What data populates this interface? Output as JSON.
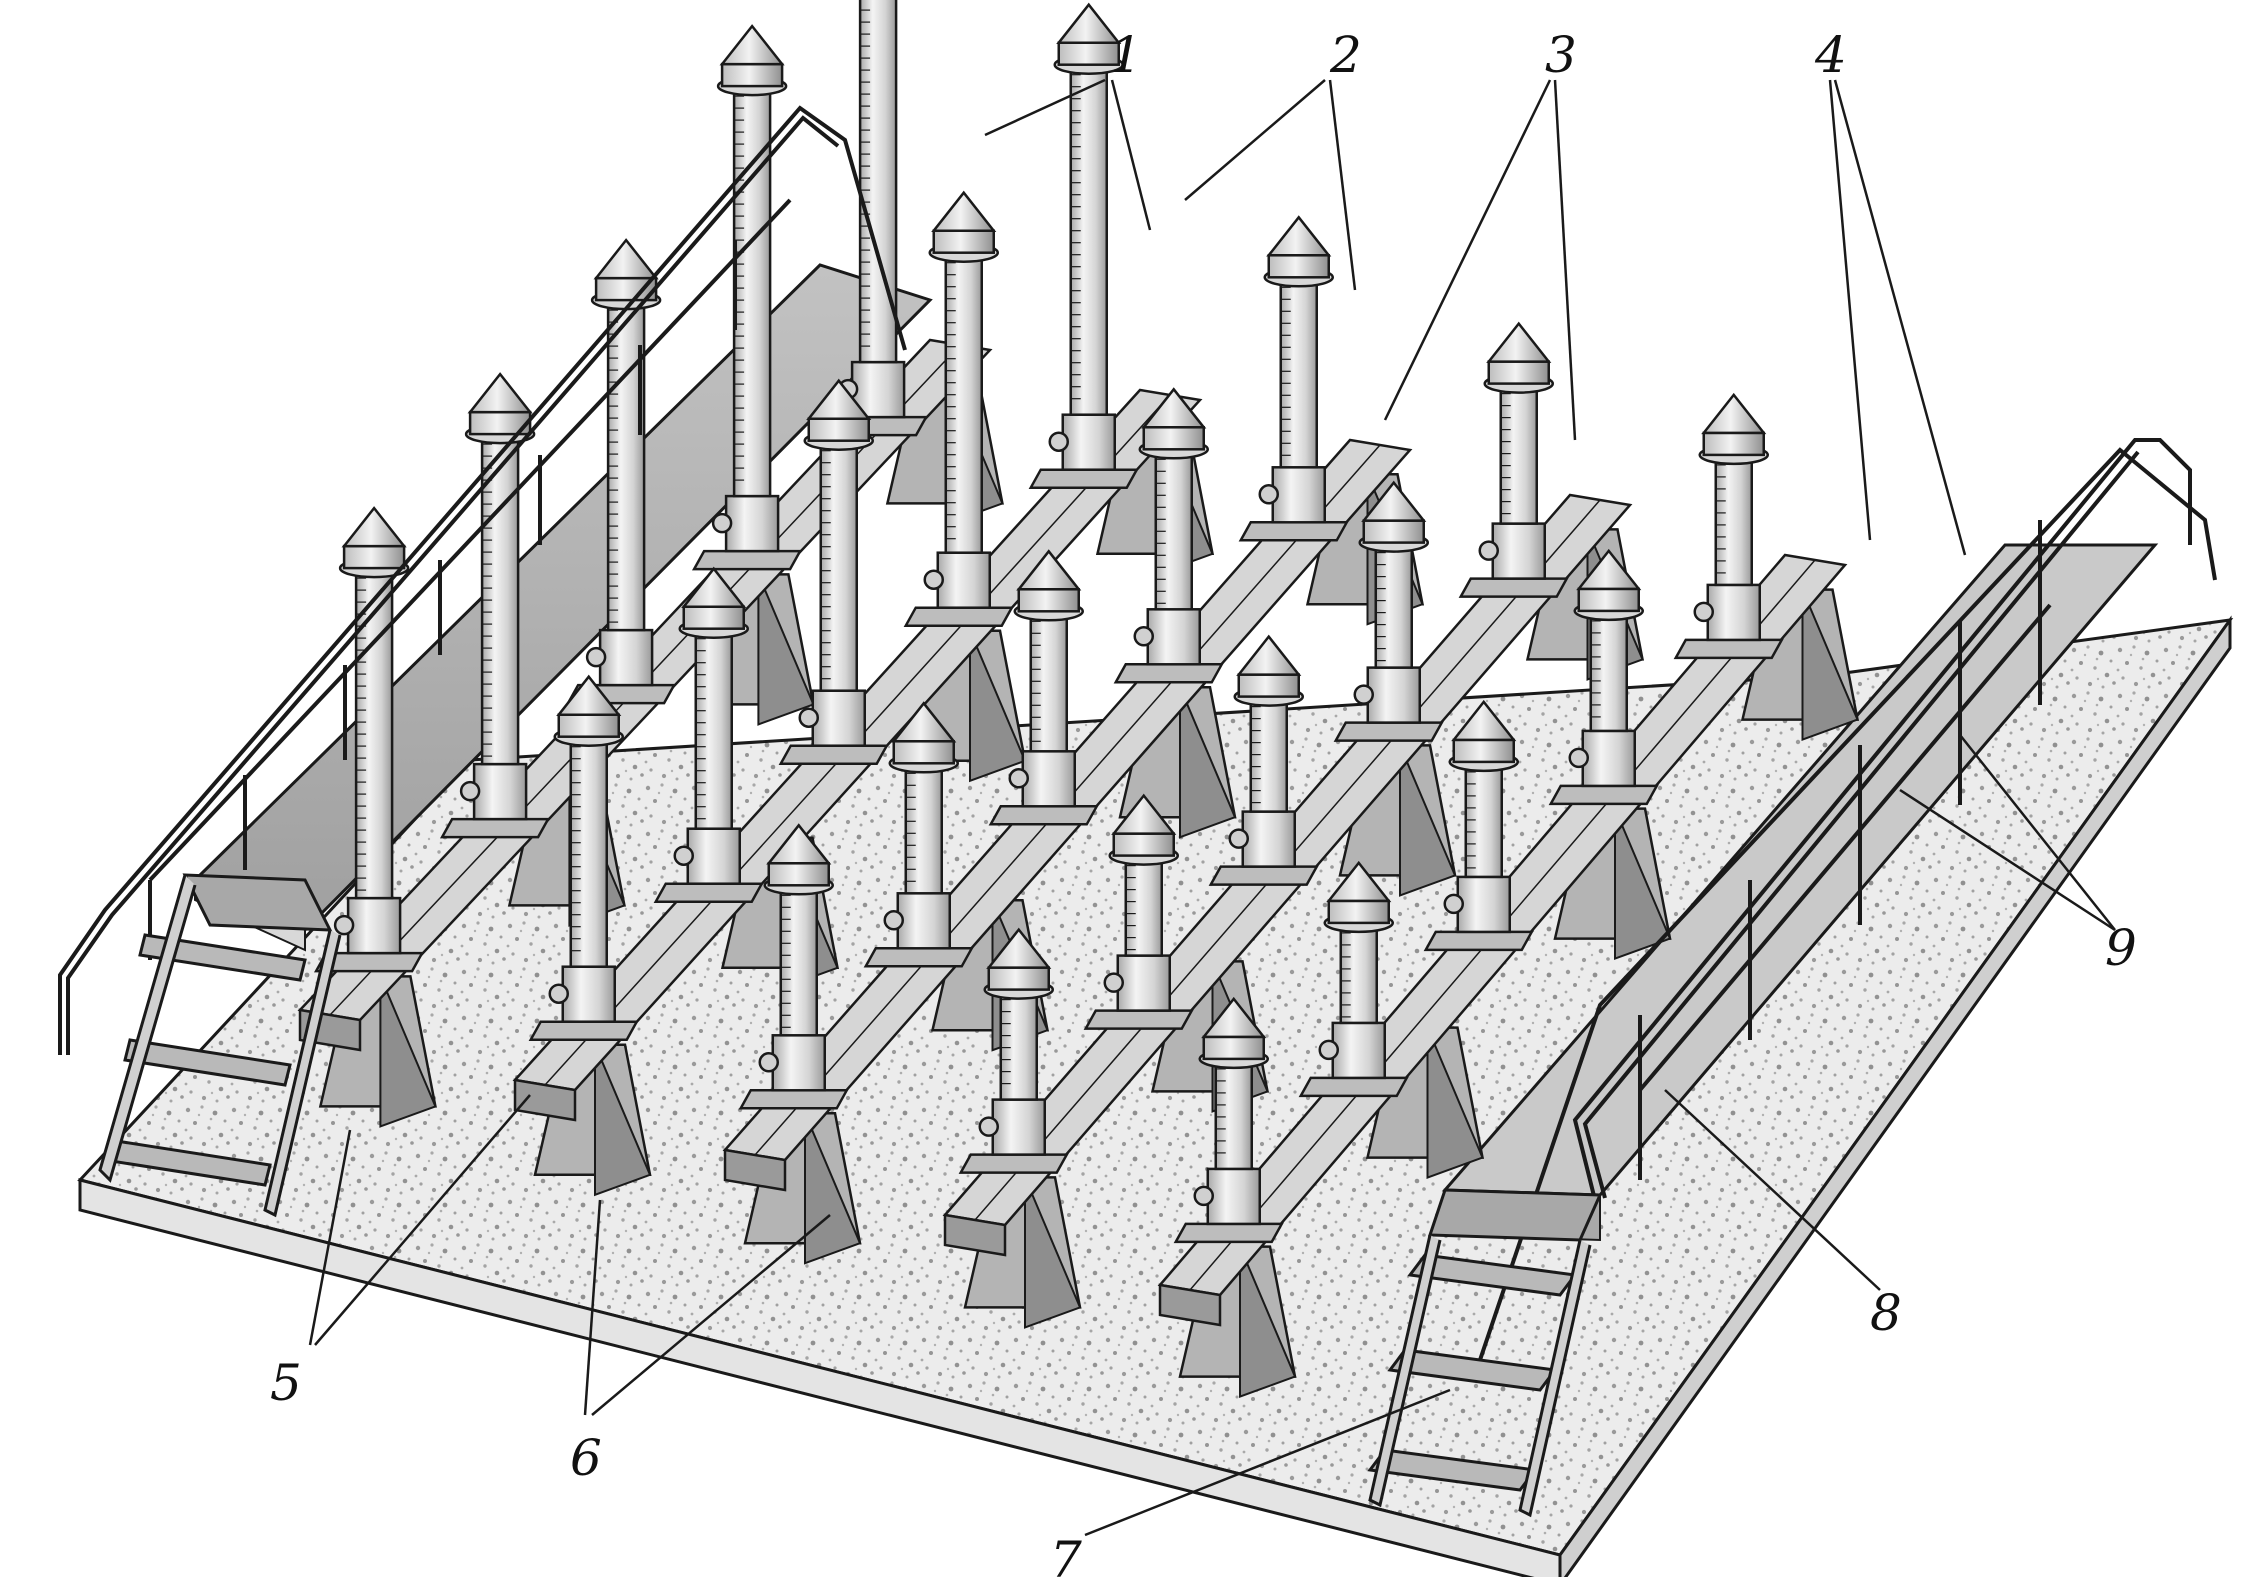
{
  "figure": {
    "description_free": true,
    "colors": {
      "ink": "#1a1a1a",
      "metal_light": "#e2e2e2",
      "metal_mid": "#b5b5b5",
      "metal_dark": "#8c8c8c",
      "slab": "#e9e9e9",
      "speckle": "#9a9a9a",
      "background": "#ffffff"
    },
    "callouts": [
      {
        "id": "c1",
        "label": "1"
      },
      {
        "id": "c2",
        "label": "2"
      },
      {
        "id": "c3",
        "label": "3"
      },
      {
        "id": "c4",
        "label": "4"
      },
      {
        "id": "c5",
        "label": "5"
      },
      {
        "id": "c6",
        "label": "6"
      },
      {
        "id": "c7",
        "label": "7"
      },
      {
        "id": "c8",
        "label": "8"
      },
      {
        "id": "c9",
        "label": "9"
      }
    ]
  }
}
